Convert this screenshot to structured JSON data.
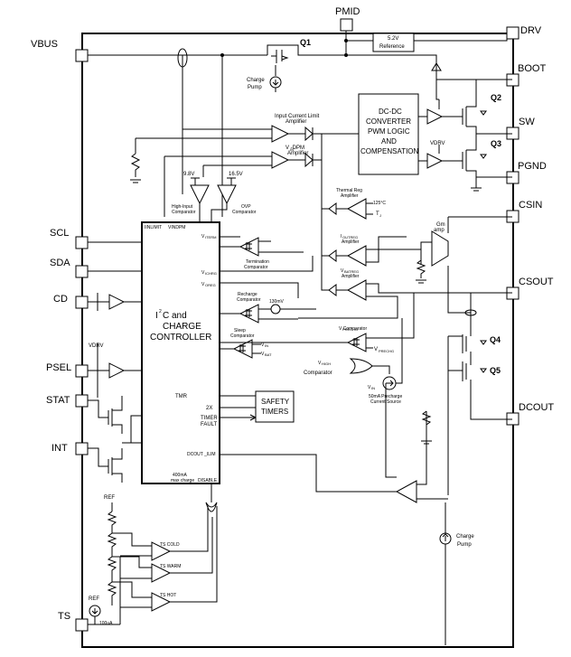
{
  "pins": {
    "pmid": "PMID",
    "vbus": "VBUS",
    "drv": "DRV",
    "boot": "BOOT",
    "sw": "SW",
    "pgnd": "PGND",
    "csin": "CSIN",
    "csout": "CSOUT",
    "dcout": "DCOUT",
    "scl": "SCL",
    "sda": "SDA",
    "cd": "CD",
    "psel": "PSEL",
    "stat": "STAT",
    "int": "INT",
    "ts": "TS"
  },
  "transistors": {
    "q1": "Q1",
    "q2": "Q2",
    "q3": "Q3",
    "q4": "Q4",
    "q5": "Q5"
  },
  "labels": {
    "ref52_line1": "5.2V",
    "ref52_line2": "Reference",
    "charge_pump_a1": "Charge",
    "charge_pump_a2": "Pump",
    "input_current_limit_1": "Input Current Limit",
    "input_current_limit_2": "Amplifier",
    "vin_dpm_1": "V   -DPM",
    "vin_dpm_sub": "IN",
    "vin_dpm_2": "Amplifier",
    "dcdc_1": "DC-DC",
    "dcdc_2": "CONVERTER",
    "dcdc_3": "PWM LOGIC",
    "dcdc_4": "AND",
    "dcdc_5": "COMPENSATION",
    "vdrv_a": "VDRV",
    "v98": "9.8V",
    "v165": "16.5V",
    "high_input_1": "High-Input",
    "high_input_2": "Comparator",
    "ovp_1": "OVP",
    "ovp_2": "Comparator",
    "thermal_1": "Thermal Reg",
    "thermal_2": "Amplifier",
    "t125": "125°C",
    "tj": "T",
    "tj_sub": "J",
    "gm_1": "Gm",
    "gm_2": "amp",
    "inlimit": "IINLIMIT",
    "vindpm": "VINDPM",
    "viterm": "V",
    "viterm_sub": "ITERM",
    "termination_1": "Termination",
    "termination_2": "Comparator",
    "iout_amp_1": "I",
    "iout_amp_sub": "OUTREG",
    "iout_amp_2": "Amplifier",
    "vichrg": "V",
    "vichrg_sub": "ICHRG",
    "voreg": "V",
    "voreg_sub": "OREG",
    "vbatreg_1": "V",
    "vbatreg_sub": "BATREG",
    "vbatreg_2": "Amplifier",
    "recharge_1": "Recharge",
    "recharge_2": "Comparator",
    "mv130": "130mV",
    "ic_1": "I",
    "ic_2": "C and",
    "ic_3": "CHARGE",
    "ic_4": "CONTROLLER",
    "sleep_1": "Sleep",
    "sleep_2": "Comparator",
    "vin_s": "V",
    "vin_s_sub": "IN",
    "vbat_s": "V",
    "vbat_s_sub": "BAT",
    "vprechg_comp": "V          Comparator",
    "vprechg_comp_sub": "PRECHG",
    "vprechg": "V",
    "vprechg_sub": "PRECHG",
    "vhigh_1": "V",
    "vhigh_sub": "HIGH",
    "vhigh_2": "Comparator",
    "vin_src": "V",
    "vin_src_sub": "IN",
    "precharge_src_1": "50mA Precharge",
    "precharge_src_2": "Current Source",
    "vdrv_b": "VDRV",
    "tmr": "TMR",
    "x2": "2X",
    "timer_fault_1": "TIMER",
    "timer_fault_2": "FAULT",
    "safety_1": "SAFETY",
    "safety_2": "TIMERS",
    "dcout_ilim": "DCOUT _ILIM",
    "max400_1": "400mA",
    "max400_2": "max charge",
    "disable": "DISABLE",
    "charge_pump_b1": "Charge",
    "charge_pump_b2": "Pump",
    "ref_top": "REF",
    "ts_cold": "TS COLD",
    "ts_warm": "TS WARM",
    "ts_hot": "TS HOT",
    "ref_bot": "REF",
    "ua100": "100uA"
  }
}
